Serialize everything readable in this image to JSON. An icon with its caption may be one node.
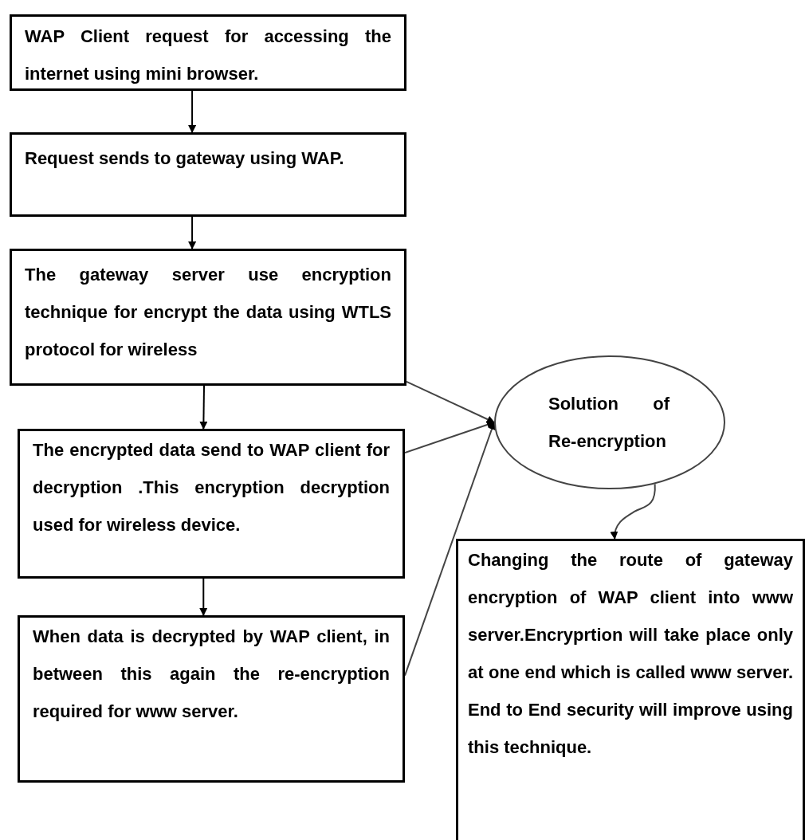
{
  "diagram": {
    "nodes": [
      {
        "text": [
          "WAP Client request for accessing the internet using mini browser."
        ]
      },
      {
        "text": [
          "Request sends to gateway using WAP."
        ]
      },
      {
        "text": [
          "The gateway server use encryption technique for encrypt the data using WTLS protocol for wireless"
        ]
      },
      {
        "text": [
          "The encrypted data send to WAP client for decryption .This encryption decryption used for wireless device."
        ]
      },
      {
        "text": [
          "When data is decrypted by WAP client, in between this again the re-encryption required for www server."
        ]
      },
      {
        "text": [
          "Solution of Re-encryption"
        ]
      },
      {
        "text": [
          "Changing the route of gateway encryption of WAP client into www server.Encryprtion will take place only at one end which is called www server. End to End security will improve using this technique."
        ]
      }
    ],
    "edges": [
      {
        "from": 0,
        "to": 1,
        "arrow": "to"
      },
      {
        "from": 1,
        "to": 2,
        "arrow": "to"
      },
      {
        "from": 2,
        "to": 3,
        "arrow": "to"
      },
      {
        "from": 3,
        "to": 4,
        "arrow": "to"
      },
      {
        "from": 2,
        "to": 5,
        "arrow": "to"
      },
      {
        "from": 3,
        "to": 5,
        "arrow": "to"
      },
      {
        "from": 4,
        "to": 5,
        "arrow": "to"
      },
      {
        "from": 5,
        "to": 6,
        "arrow": "to"
      }
    ]
  }
}
